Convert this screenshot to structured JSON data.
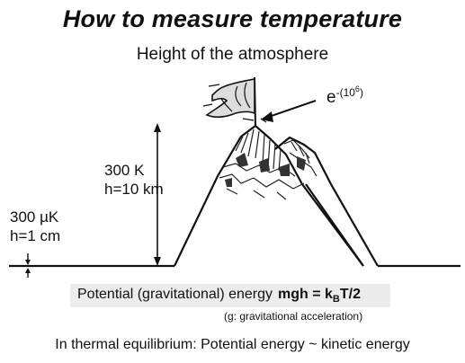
{
  "title": "How to measure temperature",
  "subtitle": "Height of the atmosphere",
  "exponent_base": "e",
  "exponent_value": "-(10",
  "exponent_power": "6",
  "exponent_close": ")",
  "mountain_label": {
    "line1": "300 K",
    "line2": "h=10 km"
  },
  "molehill_label": {
    "line1": "300 µK",
    "line2": "h=1 cm"
  },
  "energy": {
    "text": "Potential (gravitational) energy",
    "formula_left": "mgh = k",
    "formula_sub": "B",
    "formula_right": "T/2"
  },
  "gravity_note": "(g: gravitational acceleration)",
  "footer": "In thermal equilibrium:  Potential energy ~ kinetic energy"
}
